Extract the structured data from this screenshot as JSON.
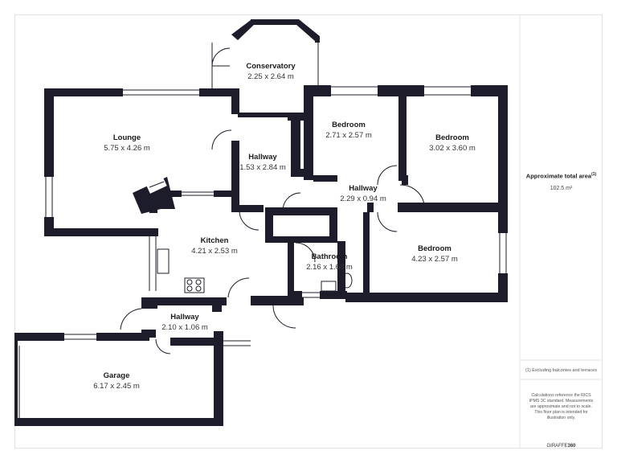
{
  "rooms": {
    "conservatory": {
      "name": "Conservatory",
      "dims": "2.25 x 2.64 m"
    },
    "lounge": {
      "name": "Lounge",
      "dims": "5.75 x 4.26 m"
    },
    "hallway_main": {
      "name": "Hallway",
      "dims": "1.53 x 2.84 m"
    },
    "bedroom_1": {
      "name": "Bedroom",
      "dims": "2.71 x 2.57 m"
    },
    "bedroom_2": {
      "name": "Bedroom",
      "dims": "3.02 x 3.60 m"
    },
    "hallway_bed": {
      "name": "Hallway",
      "dims": "2.29 x 0.94 m"
    },
    "kitchen": {
      "name": "Kitchen",
      "dims": "4.21 x 2.53 m"
    },
    "bathroom": {
      "name": "Bathroom",
      "dims": "2.16 x 1.68 m"
    },
    "bedroom_3": {
      "name": "Bedroom",
      "dims": "4.23 x 2.57 m"
    },
    "hallway_entry": {
      "name": "Hallway",
      "dims": "2.10 x 1.06 m"
    },
    "garage": {
      "name": "Garage",
      "dims": "6.17 x 2.45 m"
    }
  },
  "sidebar": {
    "area_title": "Approximate total area",
    "area_title_sup": "(1)",
    "area_value": "102.5 m²",
    "footnote": "(1) Excluding balconies and terraces",
    "disclaimer": "Calculations reference the RICS IPMS 3C standard. Measurements are approximate and not to scale. This floor plan is intended for illustration only.",
    "brand_light": "GIRAFFE",
    "brand_bold": "360"
  }
}
